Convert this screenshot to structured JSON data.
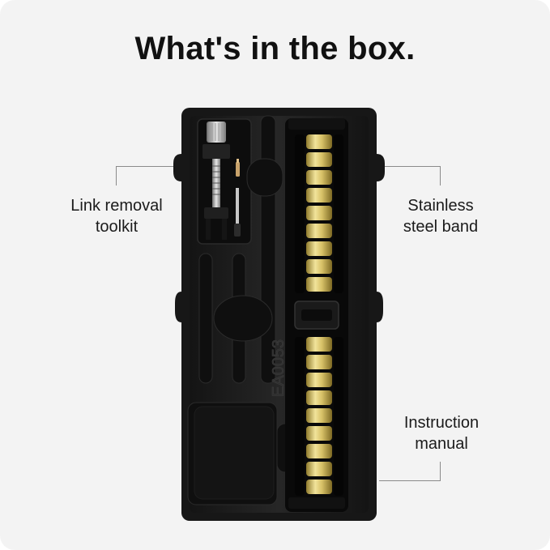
{
  "title": "What's in the box.",
  "callouts": {
    "toolkit": [
      "Link removal",
      "toolkit"
    ],
    "band": [
      "Stainless",
      "steel band"
    ],
    "manual": [
      "Instruction",
      "manual"
    ]
  },
  "tray_code": "EA0053",
  "colors": {
    "background": "#f3f3f3",
    "tray": "#1c1c1c",
    "band_gold": "#d8c268",
    "leader_line": "#8a8a8a"
  },
  "icons": [
    "link-removal-tool",
    "spring-bar-pin",
    "screwdriver",
    "watch-band",
    "instruction-card"
  ]
}
